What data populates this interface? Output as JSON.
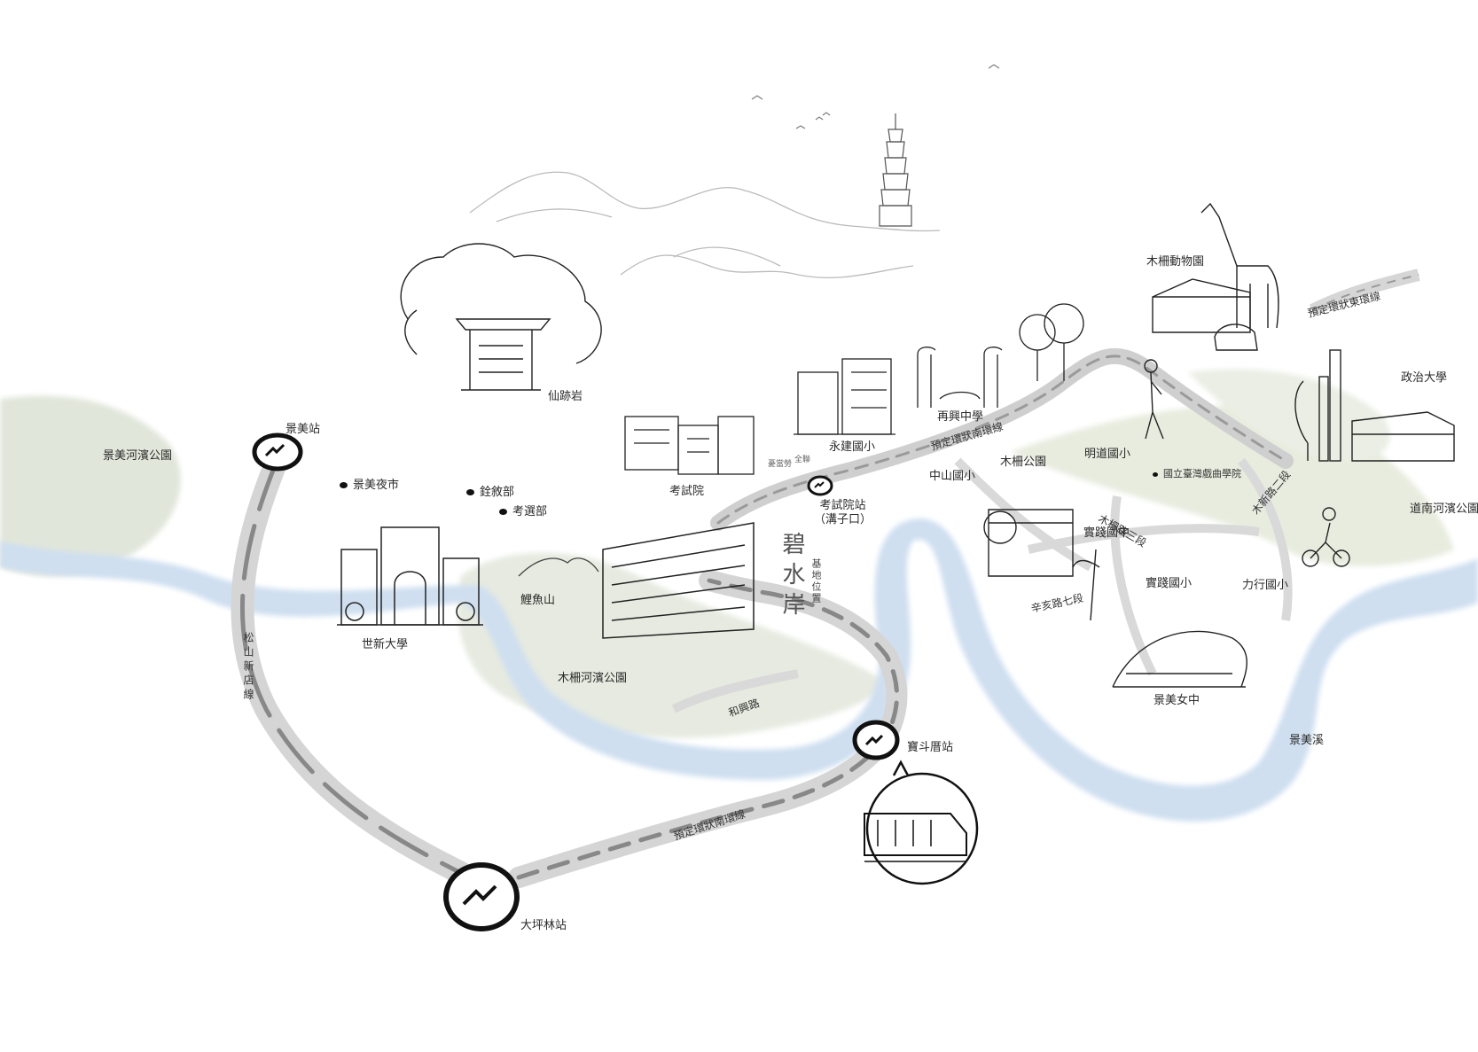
{
  "brand": {
    "name": "碧水岸",
    "subtitle": "基地位置"
  },
  "stations": [
    {
      "id": "jingmei",
      "label": "景美站"
    },
    {
      "id": "dapinglin",
      "label": "大坪林站"
    },
    {
      "id": "baodouchuo",
      "label": "寶斗厝站"
    },
    {
      "id": "kaoshiyuan",
      "label": "考試院站",
      "sub": "（溝子口）"
    }
  ],
  "lines": {
    "songshan_xindian": "松山新店線",
    "circular_south": "預定環狀南環線",
    "circular_south_small": "預定環狀南環線",
    "circular_east": "預定環狀東環線"
  },
  "landmarks": [
    {
      "id": "xianjiyan",
      "label": "仙跡岩"
    },
    {
      "id": "kaoshiyuan",
      "label": "考試院"
    },
    {
      "id": "yongjian",
      "label": "永建國小"
    },
    {
      "id": "zaixing",
      "label": "再興中學"
    },
    {
      "id": "zoo",
      "label": "木柵動物園"
    },
    {
      "id": "nccu",
      "label": "政治大學"
    },
    {
      "id": "shih_hsin",
      "label": "世新大學"
    },
    {
      "id": "liyushan",
      "label": "鯉魚山"
    },
    {
      "id": "muzha_riverside",
      "label": "木柵河濱公園"
    },
    {
      "id": "jingmei_riverside",
      "label": "景美河濱公園"
    },
    {
      "id": "daonan_riverside",
      "label": "道南河濱公園"
    },
    {
      "id": "shijian_jh",
      "label": "實踐國中"
    },
    {
      "id": "shijian_es",
      "label": "實踐國小"
    },
    {
      "id": "jingmei_girls",
      "label": "景美女中"
    },
    {
      "id": "jingmei_creek",
      "label": "景美溪"
    },
    {
      "id": "zhongshan_es",
      "label": "中山國小"
    },
    {
      "id": "muzha_park",
      "label": "木柵公園"
    },
    {
      "id": "mingdao_es",
      "label": "明道國小"
    },
    {
      "id": "lixing_es",
      "label": "力行國小"
    }
  ],
  "poi_dots": [
    {
      "id": "night_market",
      "label": "景美夜市"
    },
    {
      "id": "quanxu",
      "label": "銓敘部"
    },
    {
      "id": "kaoxuan",
      "label": "考選部"
    },
    {
      "id": "opera",
      "label": "國立臺灣戲曲學院"
    }
  ],
  "small_labels": {
    "baoxianbu": "憂當勞",
    "quanlian": "全聯"
  },
  "roads": {
    "muxing": "木柵路三段",
    "xinhai": "辛亥路七段",
    "muxin": "木新路二段",
    "hexing": "和興路"
  },
  "colors": {
    "river": "#cfdff0",
    "grass": "#e3e8dc",
    "ink": "#111111",
    "road": "#9a9a9a"
  },
  "icons": [
    "metro-icon",
    "tram-icon",
    "tower-icon",
    "giraffe-icon",
    "bird-icon"
  ]
}
